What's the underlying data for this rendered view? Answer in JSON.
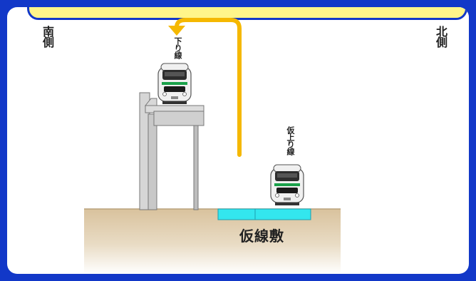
{
  "labels": {
    "south": "南側",
    "north": "北側",
    "down_line": "下り線",
    "temp_up_line": "仮上り線",
    "temp_track_site": "仮線敷"
  },
  "colors": {
    "frame": "#1238c8",
    "banner": "#fff58a",
    "arrow": "#f5b800",
    "track_bed": "#33e6ee",
    "ground": "#dcc6a4",
    "structure": "#d2d2d2",
    "train_body": "#f0f0f0",
    "train_window": "#2e2e2e",
    "train_stripe": "#1aa14a"
  },
  "icons": [
    "move-arrow-icon",
    "train-front-icon"
  ]
}
